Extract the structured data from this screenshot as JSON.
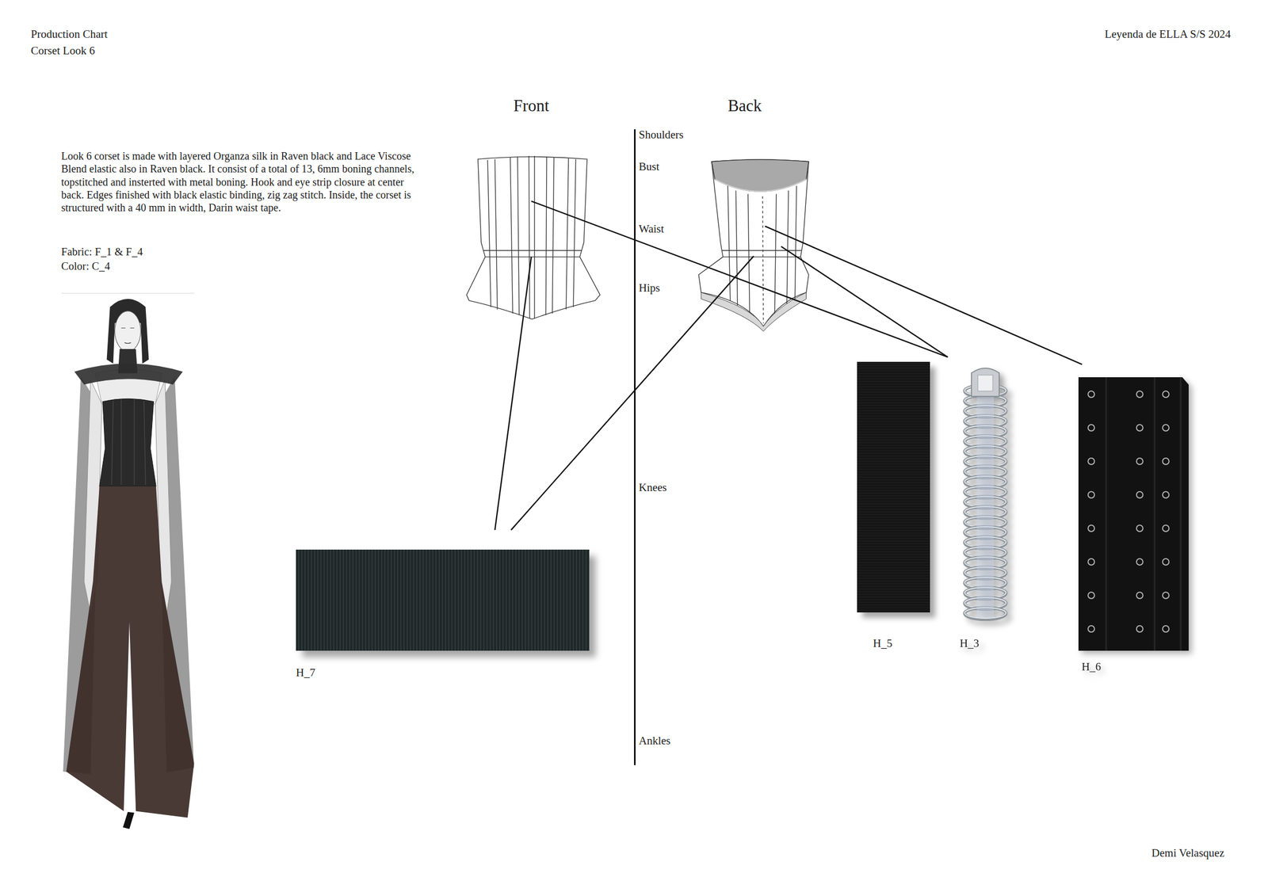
{
  "diagram": {
    "title": "Production Chart",
    "nodes": [
      {
        "text": [
          "H_5"
        ]
      },
      {
        "text": [
          "H_3"
        ]
      },
      {
        "text": [
          "H_6"
        ]
      },
      {
        "text": [
          "H_7"
        ]
      }
    ],
    "labels": [
      "Corset Look 6",
      "Leyenda de ELLA S/S 2024",
      "Front",
      "Back",
      "Shoulders",
      "Bust",
      "Waist",
      "Hips",
      "Knees",
      "Ankles",
      "Look 6 corset is made with layered Organza silk in Raven black and Lace Viscose Blend elastic also in Raven black. It consist of a total of 13, 6mm boning channels, topstitched and insterted with metal boning. Hook and eye strip closure at center back. Edges finished with black elastic binding, zig zag stitch. Inside, the corset is structured with a 40 mm in width, Darin waist tape.",
      "Fabric: F_1 & F_4",
      "Color: C_4",
      "Demi Velasquez"
    ]
  }
}
